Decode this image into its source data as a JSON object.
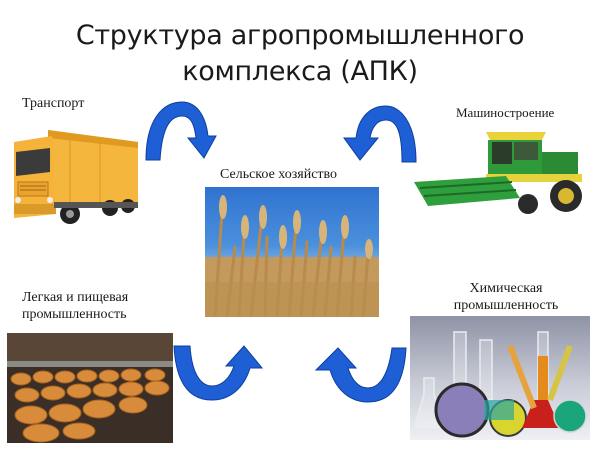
{
  "title": {
    "line1": "Структура агропромышленного",
    "line2": "комплекса (АПК)"
  },
  "nodes": {
    "transport": {
      "label": "Транспорт",
      "image": "truck-image"
    },
    "machinery": {
      "label": "Машиностроение",
      "image": "combine-harvester-image"
    },
    "agriculture": {
      "label": "Сельское хозяйство",
      "image": "wheat-field-image"
    },
    "light_food": {
      "label_line1": "Легкая и пищевая",
      "label_line2": "промышленность",
      "image": "bread-production-image"
    },
    "chemical": {
      "label_line1": "Химическая",
      "label_line2": "промышленность",
      "image": "lab-flasks-image"
    }
  },
  "arrows": [
    {
      "from": "transport",
      "to": "agriculture",
      "icon": "curved-arrow-icon"
    },
    {
      "from": "machinery",
      "to": "agriculture",
      "icon": "curved-arrow-icon"
    },
    {
      "from": "light_food",
      "to": "agriculture",
      "icon": "curved-arrow-icon"
    },
    {
      "from": "chemical",
      "to": "agriculture",
      "icon": "curved-arrow-icon"
    }
  ],
  "colors": {
    "arrow": "#1f5fd6",
    "arrow_dark": "#0e3f9e",
    "truck": "#f2b437",
    "harvester": "#2e9a3a",
    "sky": "#3f86d8",
    "wheat": "#c9a162"
  }
}
